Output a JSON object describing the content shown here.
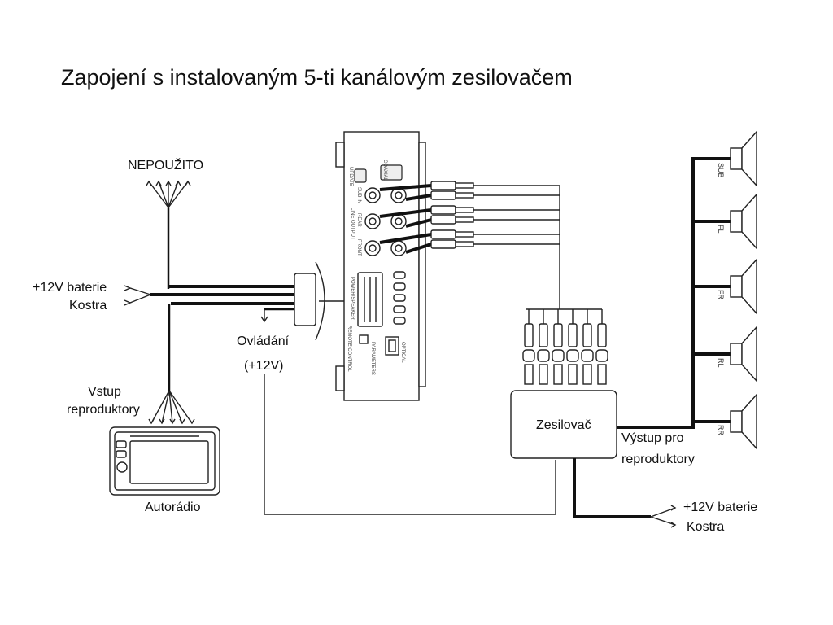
{
  "title": "Zapojení s instalovaným 5-ti kanálovým zesilovačem",
  "labels": {
    "unused": "NEPOUŽITO",
    "battery_left": "+12V baterie",
    "ground_left": "Kostra",
    "control_line1": "Ovládání",
    "control_line2": "(+12V)",
    "speaker_input_line1": "Vstup",
    "speaker_input_line2": "reproduktory",
    "car_radio": "Autorádio",
    "amplifier": "Zesilovač",
    "speaker_output_line1": "Výstup pro",
    "speaker_output_line2": "reproduktory",
    "battery_right": "+12V baterie",
    "ground_right": "Kostra"
  },
  "speakers": [
    "SUB",
    "FL",
    "FR",
    "RL",
    "RR"
  ],
  "processor": {
    "coaxial": "COAXIAL",
    "update": "UPDATE",
    "sub_in": "SUB IN",
    "rear": "REAR",
    "line_output": "LINE OUTPUT",
    "front": "FRONT",
    "power_speaker": "POWER/SPEAKER",
    "remote": "REMOTE CONTROL",
    "optical": "OPTICAL",
    "parameters": "PARAMETERS"
  }
}
